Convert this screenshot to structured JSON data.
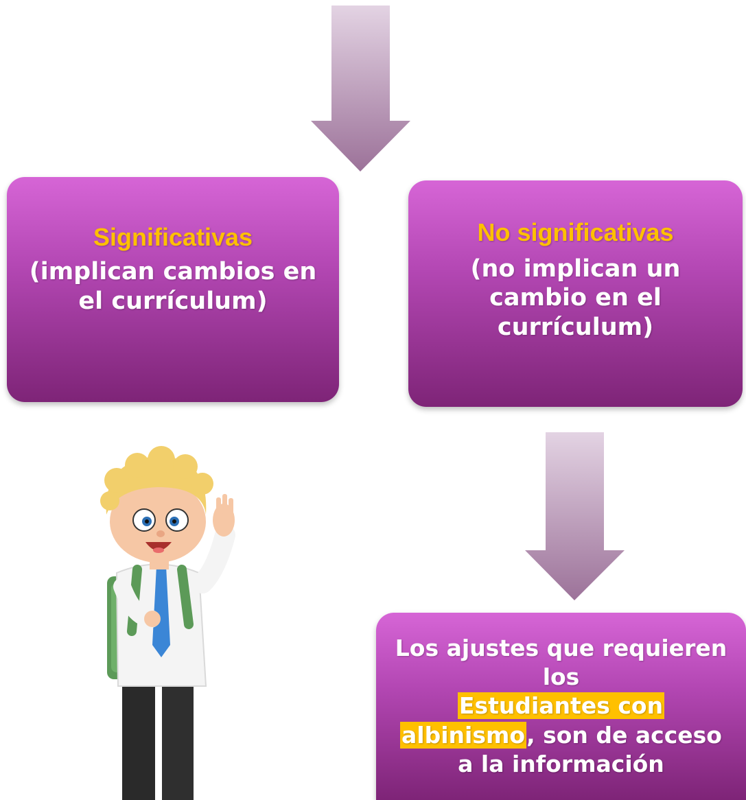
{
  "diagram": {
    "left_box": {
      "title": "Significativas",
      "description": "(implican cambios en el currículum)"
    },
    "right_box": {
      "title": "No significativas",
      "description": "(no implican un cambio en el currículum)"
    },
    "bottom_box": {
      "text_before": "Los ajustes que requieren los",
      "highlight_line1": "Estudiantes con",
      "highlight_line2": "albinismo",
      "text_after": ", son de acceso a la información"
    }
  },
  "colors": {
    "box_gradient_top": "#d665d6",
    "box_gradient_bottom": "#7e2477",
    "title_accent": "#ffc000",
    "arrow_top": "#e0cfe0",
    "arrow_bottom": "#a27aa0"
  },
  "illustration": {
    "icon": "waving-student-icon"
  }
}
